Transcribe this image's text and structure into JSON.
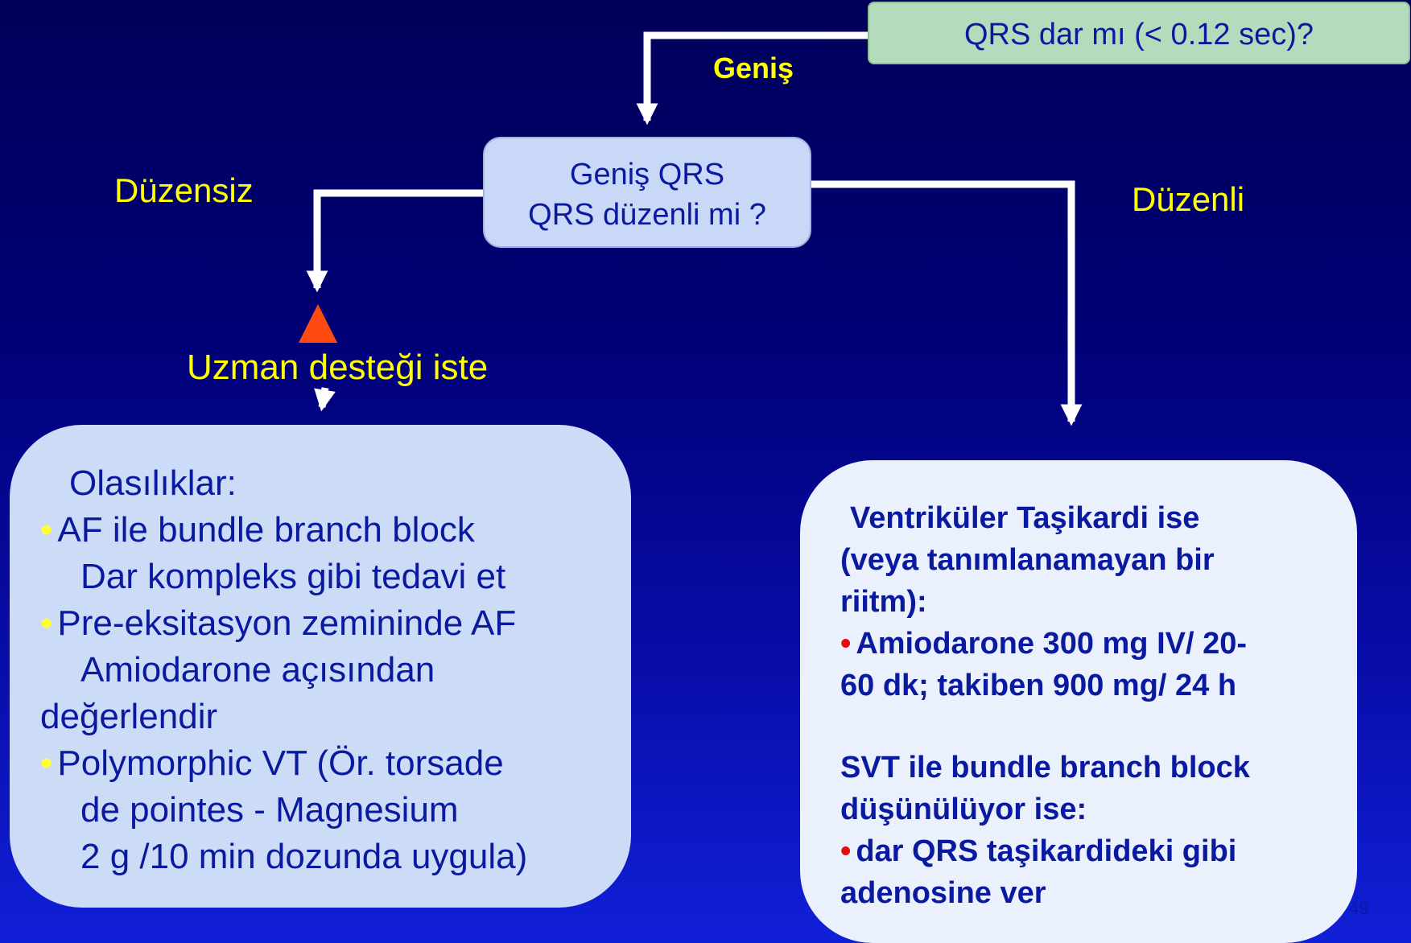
{
  "question_box": {
    "text": "QRS dar mı (< 0.12 sec)?"
  },
  "labels": {
    "wide": "Geniş",
    "irregular": "Düzensiz",
    "regular": "Düzenli",
    "expert": "Uzman desteği iste"
  },
  "wide_qrs_box": {
    "line1": "Geniş QRS",
    "line2": "QRS düzenli mi ?"
  },
  "irregular_box": {
    "title": "Olasılıklar:",
    "bullet": "•",
    "lines": [
      "AF ile bundle branch block",
      "Dar kompleks gibi tedavi et",
      "Pre-eksitasyon zemininde AF",
      "Amiodarone açısından",
      "değerlendir",
      "Polymorphic VT (Ör. torsade",
      "de pointes -  Magnesium",
      "2 g /10 min dozunda uygula)"
    ]
  },
  "regular_box": {
    "bullet": "•",
    "lines": [
      "Ventriküler Taşikardi ise",
      "(veya tanımlanamayan bir",
      "riitm):",
      "Amiodarone 300 mg IV/ 20-",
      "60 dk; takiben 900 mg/ 24 h",
      "SVT ile bundle branch block",
      "düşünülüyor ise:",
      "dar QRS taşikardideki gibi",
      "adenosine ver"
    ]
  },
  "page_number": "49",
  "colors": {
    "label_yellow": "#ffff00",
    "box_text": "#0a1aa0",
    "arrow": "#ffffff",
    "warning_triangle": "#ff4a12",
    "red_bullet": "#e01010"
  }
}
